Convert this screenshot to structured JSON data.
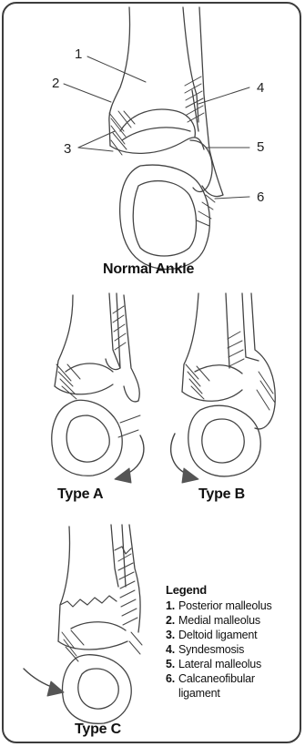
{
  "callouts": [
    "1",
    "2",
    "3",
    "4",
    "5",
    "6"
  ],
  "captions": {
    "normal": "Normal Ankle",
    "type_a": "Type A",
    "type_b": "Type B",
    "type_c": "Type C"
  },
  "legend": {
    "title": "Legend",
    "items": [
      {
        "num": "1.",
        "label": "Posterior malleolus"
      },
      {
        "num": "2.",
        "label": "Medial malleolus"
      },
      {
        "num": "3.",
        "label": "Deltoid ligament"
      },
      {
        "num": "4.",
        "label": "Syndesmosis"
      },
      {
        "num": "5.",
        "label": "Lateral malleolus"
      },
      {
        "num": "6.",
        "label": "Calcaneofibular"
      },
      {
        "num": "",
        "label": "ligament"
      }
    ]
  }
}
